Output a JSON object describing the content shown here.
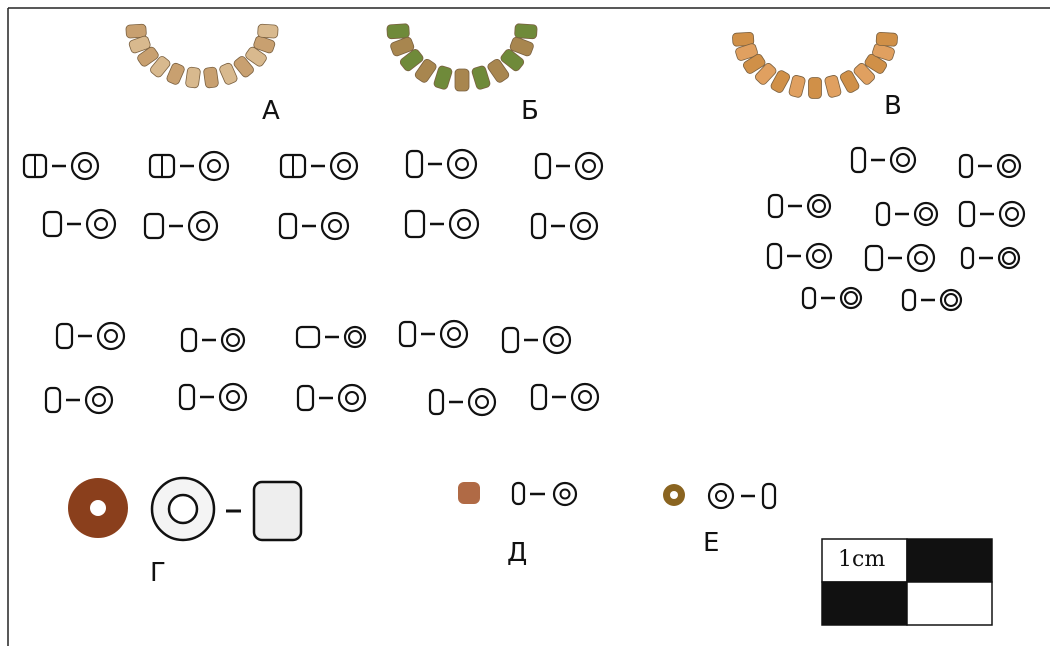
{
  "figure": {
    "labels": {
      "a": "А",
      "b": "Б",
      "v": "В",
      "g": "Г",
      "d": "Д",
      "e": "Е"
    },
    "scale_bar": {
      "label": "1cm"
    },
    "colors": {
      "necklace_a": "#d8b98e",
      "necklace_b": "#a8864f",
      "necklace_v": "#e0a060",
      "bead_g": "#8a3f1c",
      "bead_d": "#b06a45",
      "bead_e": "#8a6420",
      "ink": "#111111"
    }
  }
}
